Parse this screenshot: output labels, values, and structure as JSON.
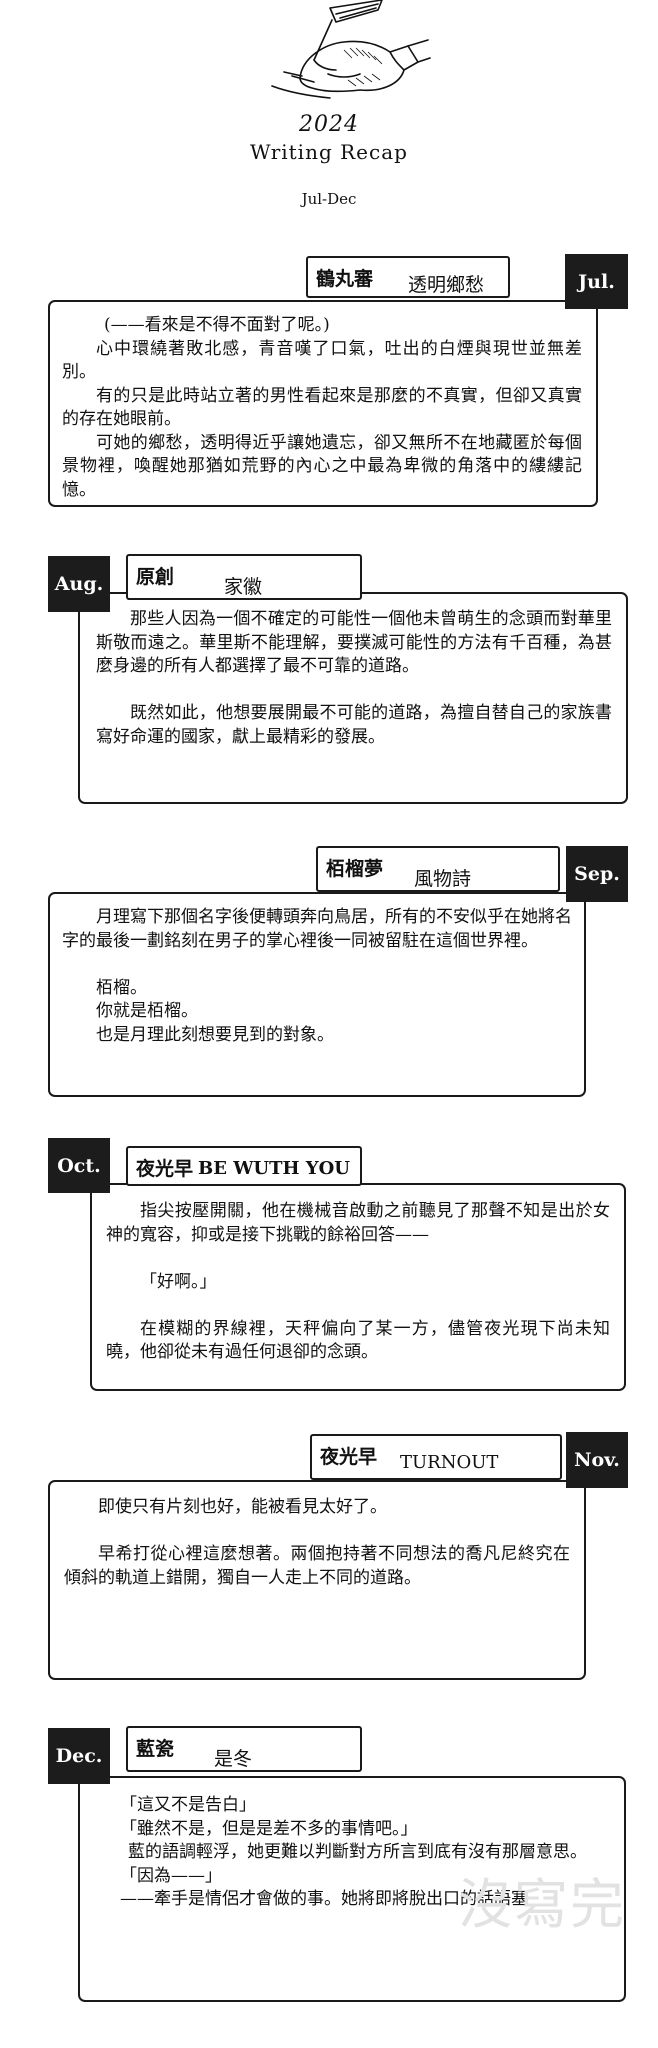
{
  "header": {
    "year": "2024",
    "title": "Writing Recap",
    "range": "Jul-Dec"
  },
  "entries": [
    {
      "month": "Jul.",
      "author": "鶴丸審",
      "work": "透明鄉愁",
      "lines": [
        "(——看來是不得不面對了呢。)",
        "心中環繞著敗北感，青音嘆了口氣，吐出的白煙與現世並無差別。",
        "有的只是此時站立著的男性看起來是那麼的不真實，但卻又真實的存在她眼前。",
        "可她的鄉愁，透明得近乎讓她遺忘，卻又無所不在地藏匿於每個景物裡，喚醒她那猶如荒野的內心之中最為卑微的角落中的縷縷記憶。"
      ]
    },
    {
      "month": "Aug.",
      "author": "原創",
      "work": "家徽",
      "lines": [
        "那些人因為一個不確定的可能性一個他未曾萌生的念頭而對華里斯敬而遠之。華里斯不能理解，要撲滅可能性的方法有千百種，為甚麼身邊的所有人都選擇了最不可靠的道路。",
        "",
        "既然如此，他想要展開最不可能的道路，為擅自替自己的家族書寫好命運的國家，獻上最精彩的發展。"
      ]
    },
    {
      "month": "Sep.",
      "author": "栢榴夢",
      "work": "風物詩",
      "lines": [
        "月理寫下那個名字後便轉頭奔向鳥居，所有的不安似乎在她將名字的最後一劃銘刻在男子的掌心裡後一同被留駐在這個世界裡。",
        "",
        "栢榴。",
        "你就是栢榴。",
        "也是月理此刻想要見到的對象。"
      ]
    },
    {
      "month": "Oct.",
      "author": "夜光早",
      "work": "BE WUTH YOU",
      "lines": [
        "指尖按壓開關，他在機械音啟動之前聽見了那聲不知是出於女神的寬容，抑或是接下挑戰的餘裕回答——",
        "",
        "「好啊。」",
        "",
        "在模糊的界線裡，天秤偏向了某一方，儘管夜光現下尚未知曉，他卻從未有過任何退卻的念頭。"
      ]
    },
    {
      "month": "Nov.",
      "author": "夜光早",
      "work": "TURNOUT",
      "lines": [
        "即使只有片刻也好，能被看見太好了。",
        "",
        "早希打從心裡這麼想著。兩個抱持著不同想法的喬凡尼終究在傾斜的軌道上錯開，獨自一人走上不同的道路。"
      ]
    },
    {
      "month": "Dec.",
      "author": "藍瓷",
      "work": "是冬",
      "lines": [
        "「這又不是告白」",
        "「雖然不是，但是是差不多的事情吧。」",
        "藍的語調輕浮，她更難以判斷對方所言到底有沒有那層意思。",
        "「因為——」",
        "——牽手是情侶才會做的事。她將即將脫出口的話語塞"
      ]
    }
  ],
  "watermark": "沒寫完"
}
